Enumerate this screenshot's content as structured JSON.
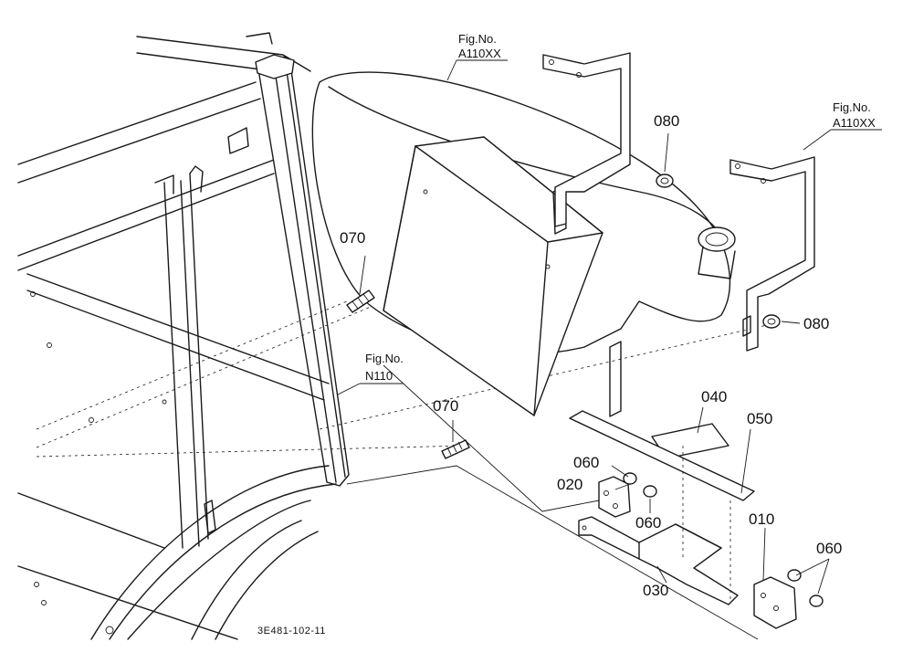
{
  "callouts": {
    "p010": "010",
    "p020": "020",
    "p030": "030",
    "p040": "040",
    "p050": "050",
    "p060_a": "060",
    "p060_b": "060",
    "p060_c": "060",
    "p070_a": "070",
    "p070_b": "070",
    "p080_a": "080",
    "p080_b": "080"
  },
  "figure_refs": {
    "tank_fig_label": "Fig.No.",
    "tank_fig_no": "A110XX",
    "bracket_fig_label": "Fig.No.",
    "bracket_fig_no": "A110XX",
    "frame_fig_label": "Fig.No.",
    "frame_fig_no": "N110"
  },
  "drawing_code": "3E481-102-11"
}
